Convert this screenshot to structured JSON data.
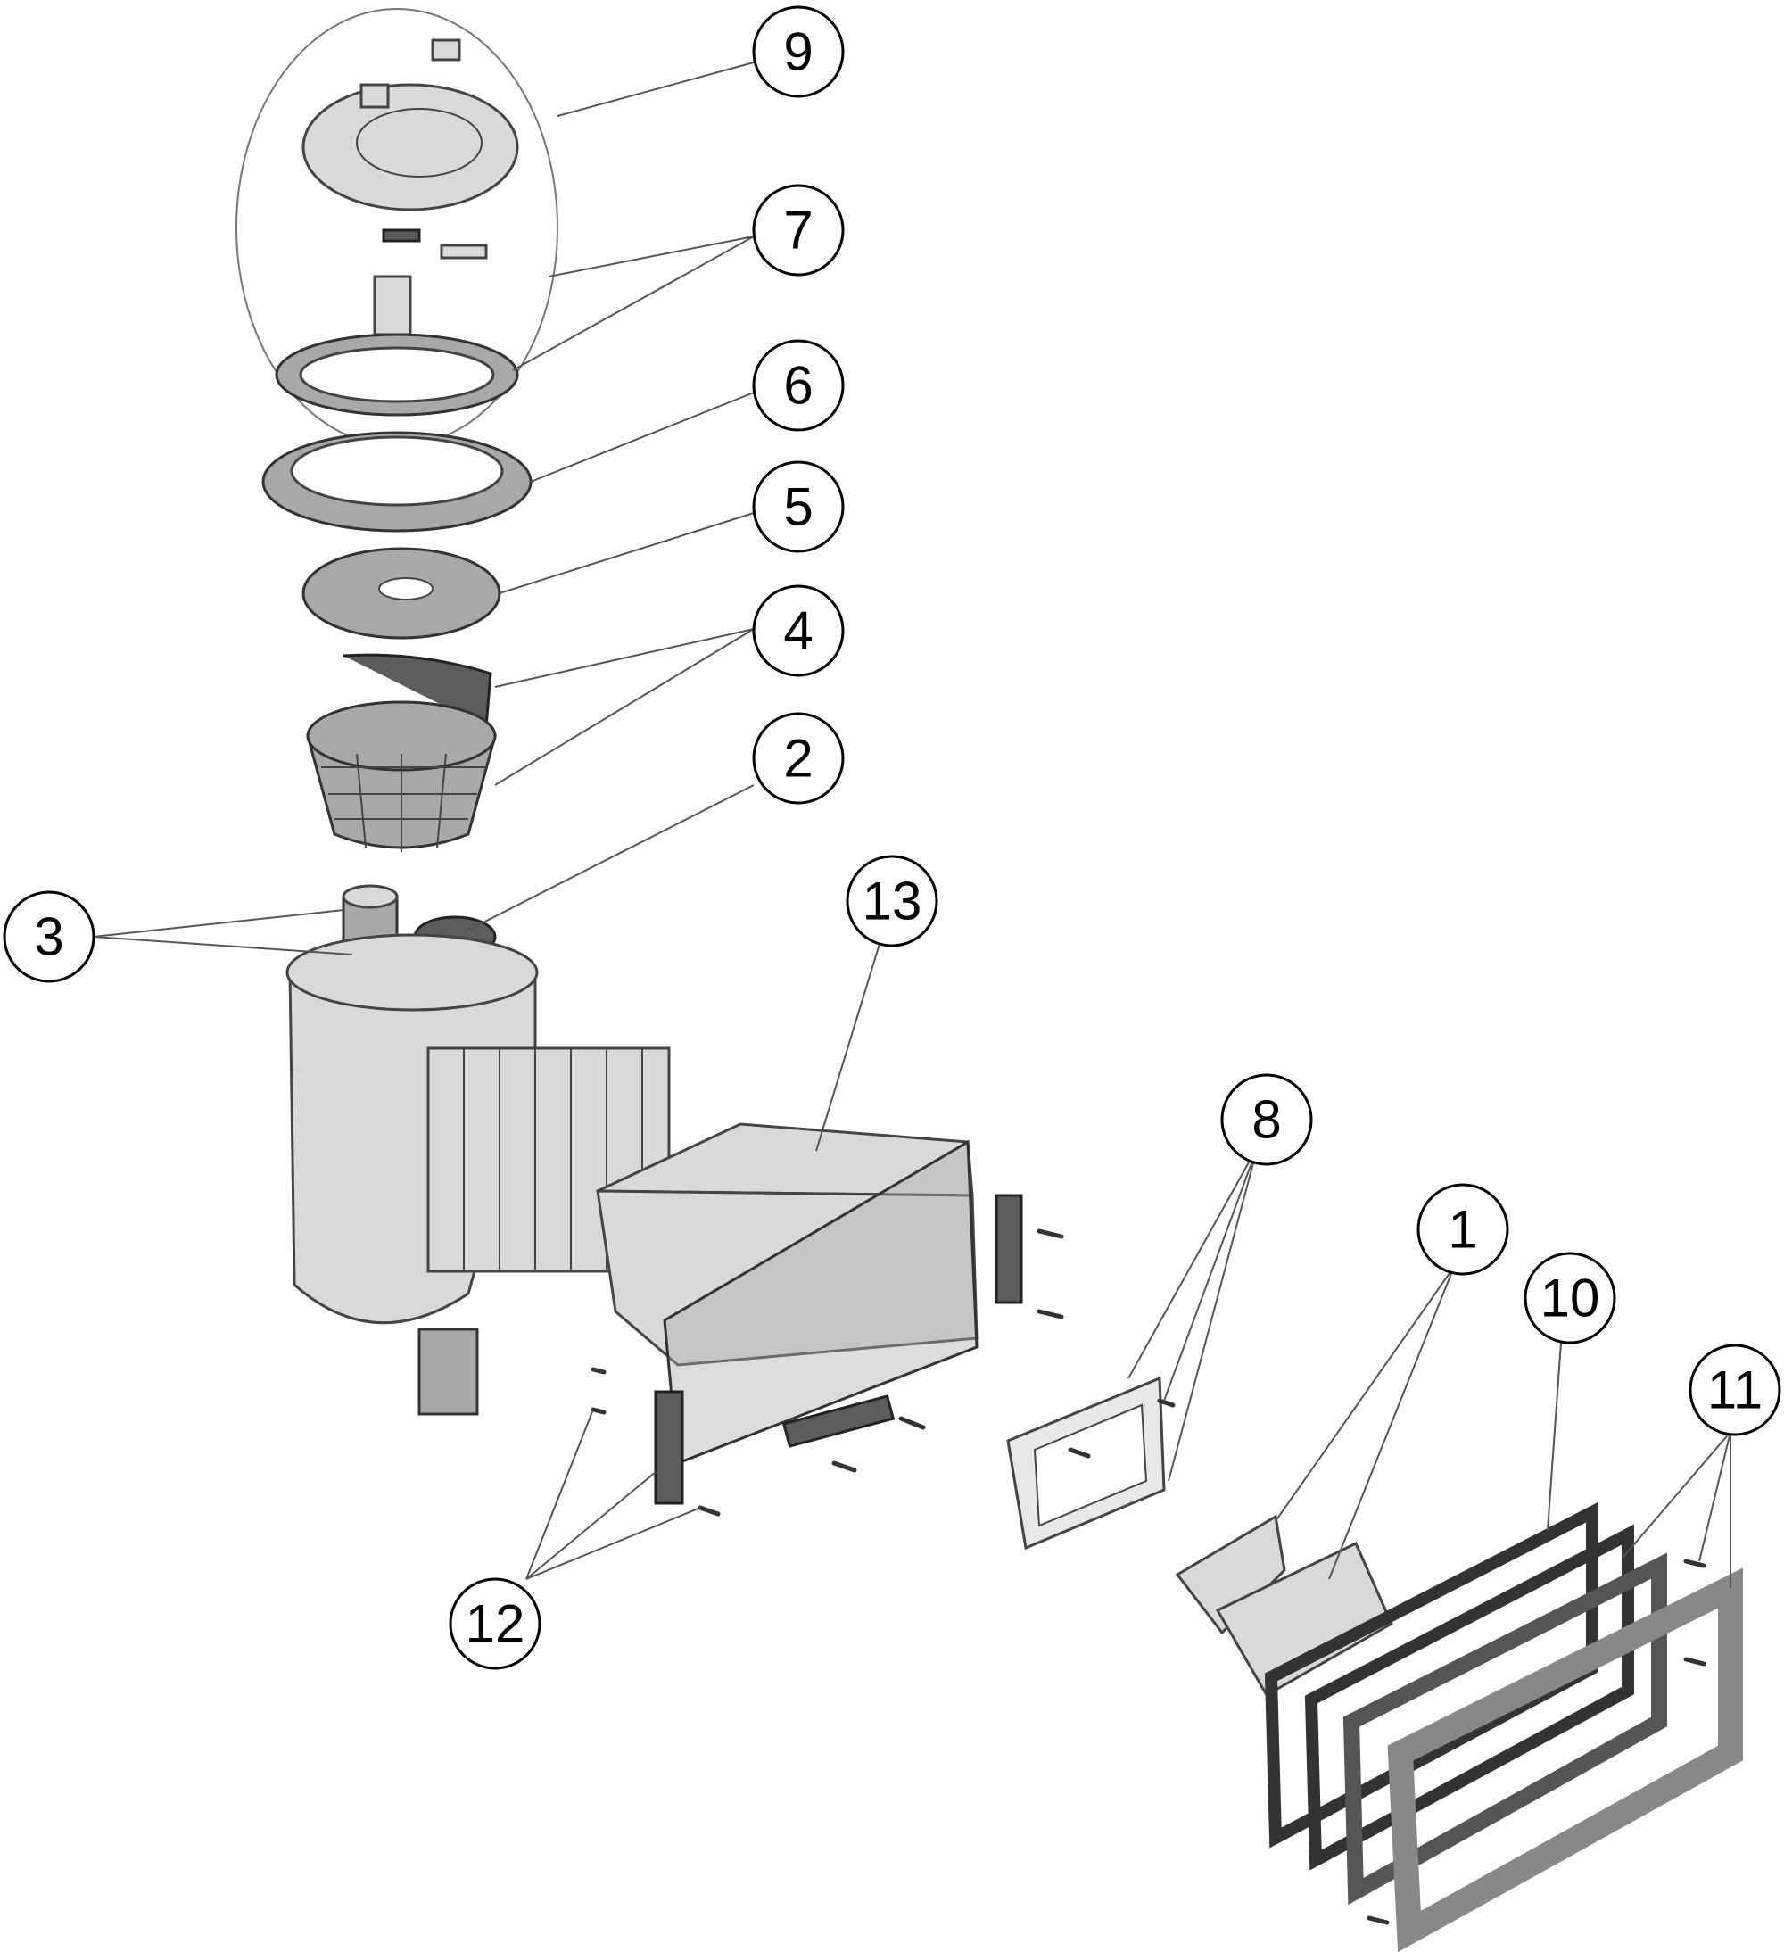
{
  "diagram": {
    "callouts": [
      "9",
      "7",
      "6",
      "5",
      "4",
      "2",
      "3",
      "13",
      "8",
      "1",
      "10",
      "11",
      "12"
    ]
  },
  "colors": {
    "background": "#ffffff",
    "part_light": "#d9d9d9",
    "part_mid": "#a8a8a8",
    "part_dark": "#5c5c5c",
    "outline": "#000000"
  }
}
